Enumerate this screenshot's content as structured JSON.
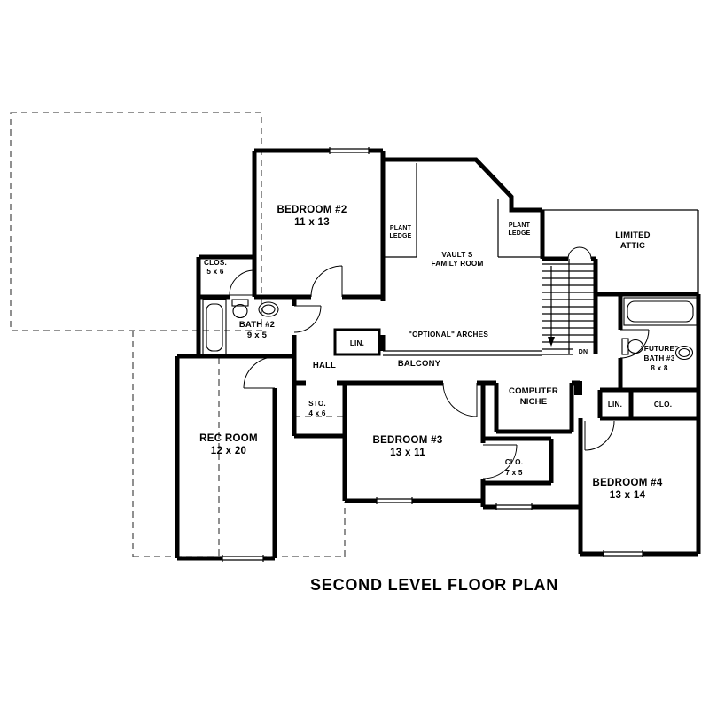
{
  "title": "SECOND LEVEL FLOOR PLAN",
  "colors": {
    "wall": "#000000",
    "dashed_roofline": "#555555",
    "background": "#ffffff"
  },
  "labels": {
    "bedroom2": {
      "name": "BEDROOM #2",
      "dims": "11 x 13"
    },
    "plant_ledge_left": {
      "l1": "PLANT",
      "l2": "LEDGE"
    },
    "plant_ledge_right": {
      "l1": "PLANT",
      "l2": "LEDGE"
    },
    "family_room": {
      "l1": "VAULT S",
      "l2": "FAMILY ROOM"
    },
    "limited_attic": {
      "l1": "LIMITED",
      "l2": "ATTIC"
    },
    "closet2": {
      "name": "CLOS.",
      "dims": "5 x 6"
    },
    "bath2": {
      "name": "BATH #2",
      "dims": "9 x 5"
    },
    "linen_hall": "LIN.",
    "optional_arches": "\"OPTIONAL\" ARCHES",
    "hall": "HALL",
    "balcony": "BALCONY",
    "down": "DN",
    "bath3": {
      "l1": "\"FUTURE\"",
      "l2": "BATH #3",
      "l3": "8 x 8"
    },
    "linen_right": "LIN.",
    "closet_right": "CLO.",
    "computer_niche": {
      "l1": "COMPUTER",
      "l2": "NICHE"
    },
    "storage": {
      "name": "STO.",
      "dims": "4 x 6"
    },
    "rec_room": {
      "name": "REC ROOM",
      "dims": "12 x 20"
    },
    "bedroom3": {
      "name": "BEDROOM #3",
      "dims": "13 x 11"
    },
    "closet3": {
      "name": "CLO.",
      "dims": "7 x 5"
    },
    "bedroom4": {
      "name": "BEDROOM #4",
      "dims": "13 x 14"
    }
  }
}
